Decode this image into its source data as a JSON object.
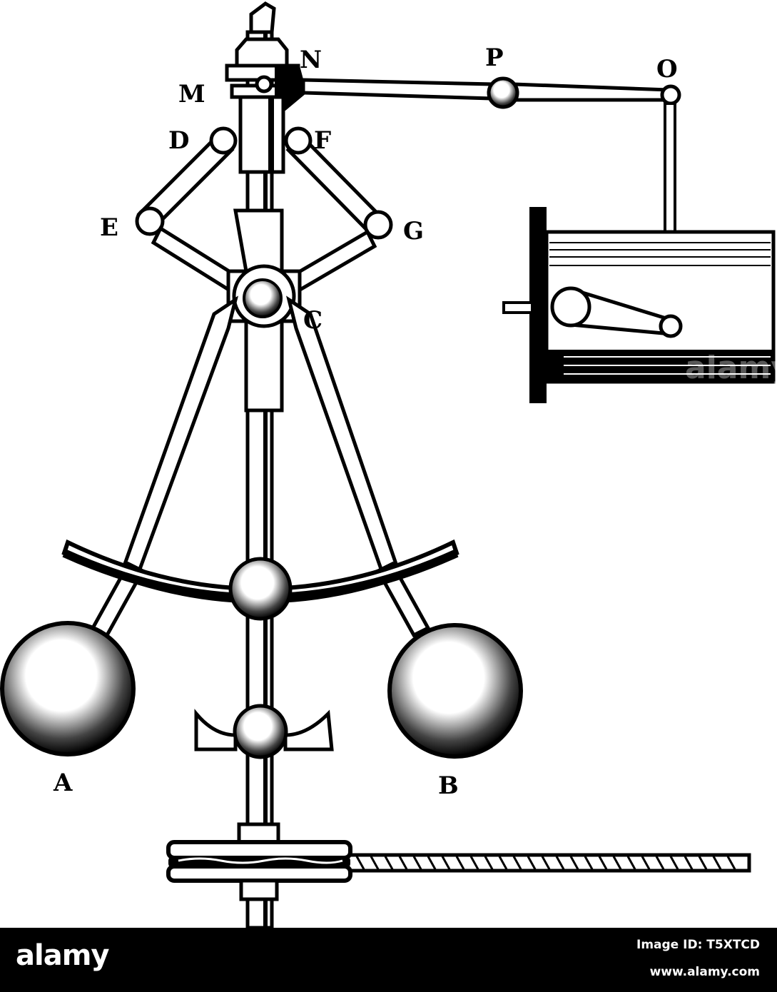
{
  "figure": {
    "labels": {
      "A": "A",
      "B": "B",
      "C": "C",
      "D": "D",
      "E": "E",
      "F": "F",
      "G": "G",
      "M": "M",
      "N": "N",
      "O": "O",
      "P": "P"
    },
    "ink_color": "#000000",
    "paper_color": "#ffffff"
  },
  "watermark": "alamy",
  "footer": {
    "brand": "alamy",
    "image_id": "Image ID: T5XTCD",
    "url": "www.alamy.com",
    "background": "#000000",
    "text_color": "#ffffff"
  }
}
